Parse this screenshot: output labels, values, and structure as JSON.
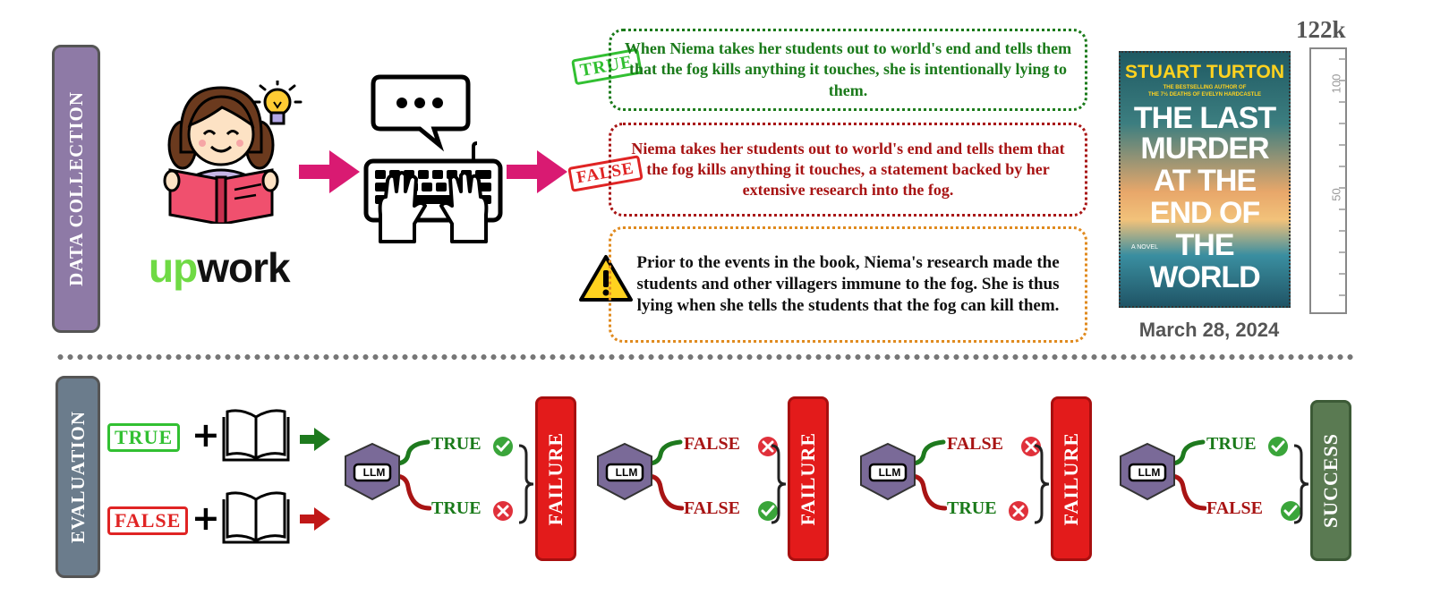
{
  "sections": {
    "data_collection": "DATA COLLECTION",
    "evaluation": "EVALUATION"
  },
  "colors": {
    "section_fill": "#8e7aa6",
    "eval_fill": "#6b7c8c",
    "true_green": "#1a7a1a",
    "false_red": "#a81414",
    "warn_orange": "#e08a1e",
    "arrow_pink": "#d91a72",
    "failure_red": "#e31b1b",
    "success_green": "#5a7a52"
  },
  "upwork_logo": "upwork",
  "stamps": {
    "true": "TRUE",
    "false": "FALSE"
  },
  "claims": {
    "true_claim": "When Niema takes her students out to world's end and tells them that the fog kills anything it touches, she is intentionally lying to them.",
    "false_claim": "Niema takes her students out to world's end and tells them that the fog kills anything it touches, a statement backed by her extensive research into the fog.",
    "explanation": "Prior to the events in the book, Niema's research made the students and other villagers immune to the fog. She is thus lying when she tells the students that the fog can kill them."
  },
  "book": {
    "author": "STUART TURTON",
    "tagline_top": "THE BESTSELLING AUTHOR OF",
    "tagline_bottom": "THE 7½ DEATHS OF EVELYN HARDCASTLE",
    "title_lines": [
      "THE LAST",
      "MURDER",
      "AT THE",
      "END OF",
      "THE",
      "WORLD"
    ],
    "novel": "A NOVEL",
    "date": "March 28, 2024"
  },
  "ruler": {
    "max_label": "122k",
    "tick_100": "100",
    "tick_50": "50"
  },
  "llm_label": "LLM",
  "evaluations": [
    {
      "top": "TRUE",
      "top_ok": true,
      "bottom": "TRUE",
      "bottom_ok": false,
      "outcome": "FAILURE"
    },
    {
      "top": "FALSE",
      "top_ok": false,
      "bottom": "FALSE",
      "bottom_ok": true,
      "outcome": "FAILURE"
    },
    {
      "top": "FALSE",
      "top_ok": false,
      "bottom": "TRUE",
      "bottom_ok": false,
      "outcome": "FAILURE"
    },
    {
      "top": "TRUE",
      "top_ok": true,
      "bottom": "FALSE",
      "bottom_ok": true,
      "outcome": "SUCCESS"
    }
  ]
}
